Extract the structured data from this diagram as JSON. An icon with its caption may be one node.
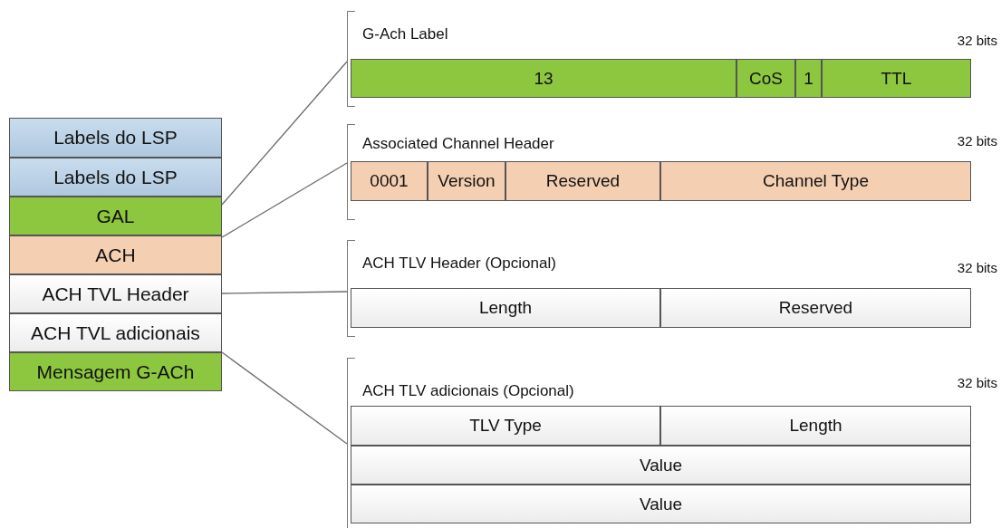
{
  "diagram": {
    "nodes": [
      {
        "text": [
          "Labels do LSP"
        ]
      },
      {
        "text": [
          "Labels do LSP"
        ]
      },
      {
        "text": [
          "GAL"
        ]
      },
      {
        "text": [
          "ACH"
        ]
      },
      {
        "text": [
          "ACH TVL Header"
        ]
      },
      {
        "text": [
          "ACH TVL adicionais"
        ]
      },
      {
        "text": [
          "Mensagem G-ACh"
        ]
      },
      {
        "text": [
          "G-Ach Label"
        ],
        "beside": [
          "32 bits"
        ]
      },
      {
        "text": [
          "13"
        ],
        "in": 7
      },
      {
        "text": [
          "CoS"
        ],
        "in": 7
      },
      {
        "text": [
          "1"
        ],
        "in": 7
      },
      {
        "text": [
          "TTL"
        ],
        "in": 7
      },
      {
        "text": [
          "Associated Channel Header"
        ],
        "beside": [
          "32 bits"
        ]
      },
      {
        "text": [
          "0001"
        ],
        "in": 12
      },
      {
        "text": [
          "Version"
        ],
        "in": 12
      },
      {
        "text": [
          "Reserved"
        ],
        "in": 12
      },
      {
        "text": [
          "Channel Type"
        ],
        "in": 12
      },
      {
        "text": [
          "ACH TLV Header (Opcional)"
        ],
        "beside": [
          "32 bits"
        ]
      },
      {
        "text": [
          "Length"
        ],
        "in": 17
      },
      {
        "text": [
          "Reserved"
        ],
        "in": 17
      },
      {
        "text": [
          "ACH TLV adicionais (Opcional)"
        ],
        "beside": [
          "32 bits"
        ]
      },
      {
        "text": [
          "TLV Type"
        ],
        "in": 20
      },
      {
        "text": [
          "Length"
        ],
        "in": 20
      },
      {
        "text": [
          "Value"
        ],
        "in": 20
      },
      {
        "text": [
          "Value"
        ],
        "in": 20
      }
    ],
    "edges": [
      {
        "from": 2,
        "to": 7,
        "arrow": "none"
      },
      {
        "from": 3,
        "to": 12,
        "arrow": "none"
      },
      {
        "from": 4,
        "to": 17,
        "arrow": "none"
      },
      {
        "from": 5,
        "to": 20,
        "arrow": "none"
      }
    ]
  }
}
